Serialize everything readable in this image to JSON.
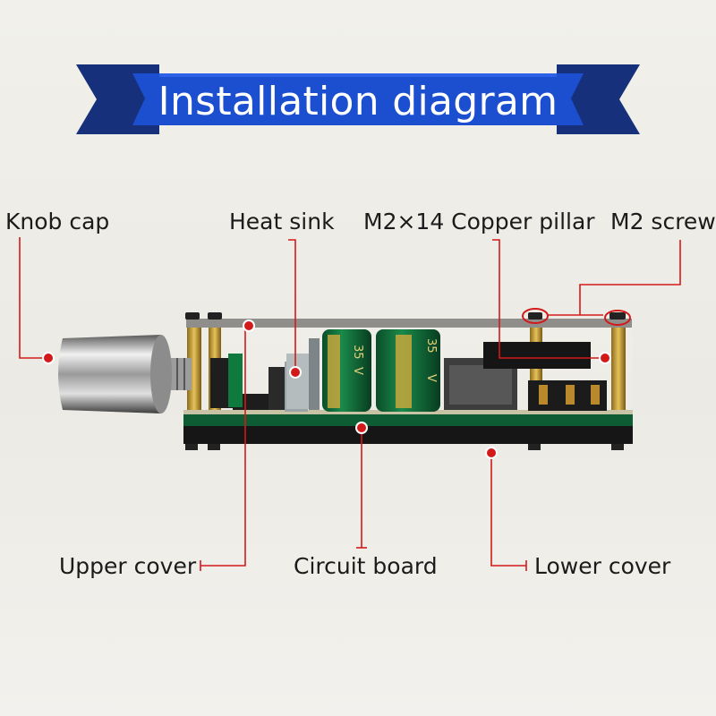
{
  "title": "Installation diagram",
  "labels": {
    "knob_cap": "Knob cap",
    "heat_sink": "Heat sink",
    "copper_pillar": "M2×14 Copper pillar",
    "m2_screw": "M2 screw",
    "upper_cover": "Upper cover",
    "circuit_board": "Circuit board",
    "lower_cover": "Lower cover"
  },
  "capacitor_marks": [
    "35",
    "V",
    "35",
    "V"
  ],
  "colors": {
    "banner": "#1c4fd0",
    "banner_dark": "#16307c",
    "callout": "#d31a1a",
    "pcb": "#0d6b3a"
  }
}
